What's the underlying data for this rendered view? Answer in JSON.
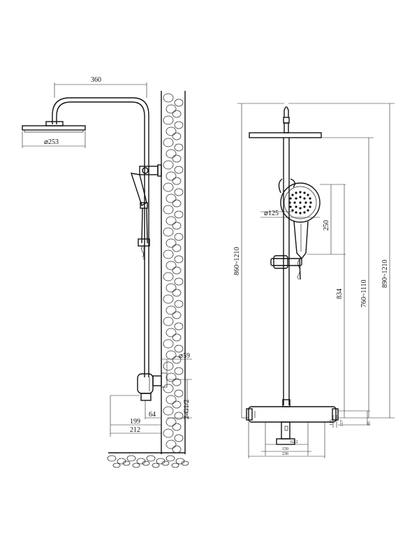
{
  "side_view": {
    "dim_arm_length": "360",
    "dim_head_diameter": "⌀253",
    "dim_outlet_diameter": "⌀59",
    "dim_inlet_thread": "2-G1/2",
    "dim_64": "64",
    "dim_199": "199",
    "dim_212": "212"
  },
  "front_view": {
    "dim_handheld_diameter": "⌀125",
    "dim_250": "250",
    "dim_834": "834",
    "dim_860_1210": "860~1210",
    "dim_760_1110": "760~1110",
    "dim_890_1210": "890~1210",
    "dim_95": "95",
    "dim_62_2": "62.2",
    "dim_150": "150",
    "dim_236": "236",
    "dim_115": "115",
    "dim_117": "117"
  }
}
